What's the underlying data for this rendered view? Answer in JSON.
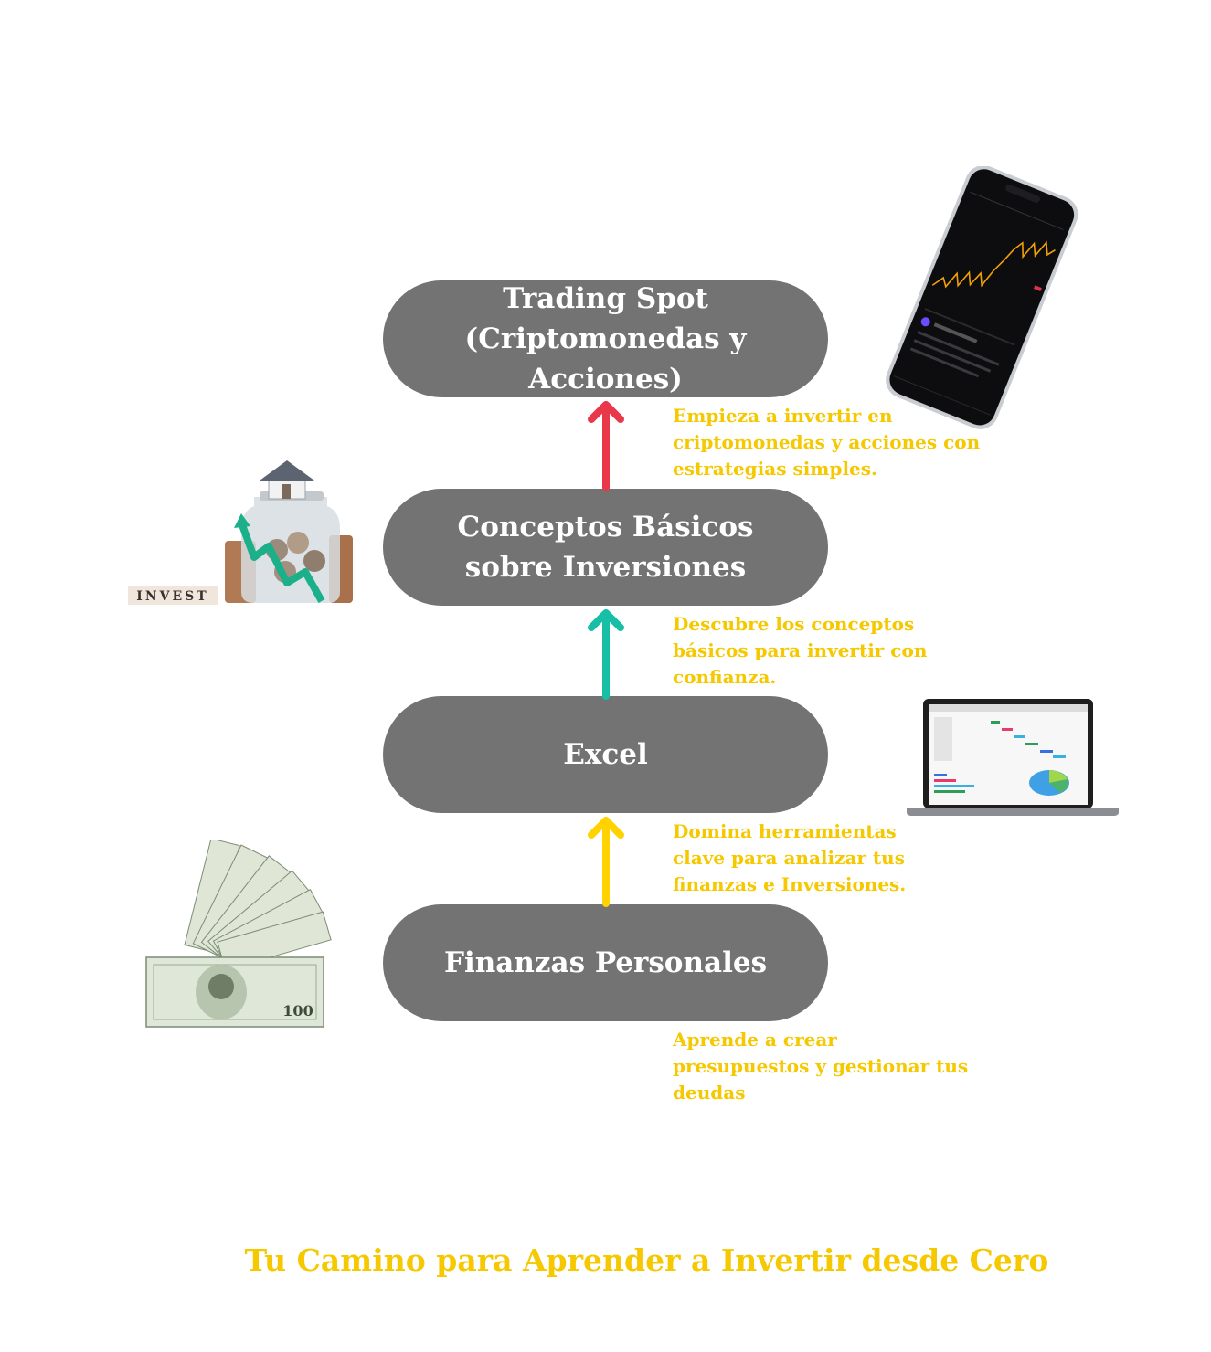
{
  "steps": [
    {
      "label": "Trading Spot\n(Criptomonedas y Acciones)",
      "description": "Empieza a invertir en\ncriptomonedas y acciones con\nestrategias simples."
    },
    {
      "label": "Conceptos Básicos\nsobre Inversiones",
      "description": "Descubre los conceptos\nbásicos para invertir con\nconfianza."
    },
    {
      "label": "Excel",
      "description": "Domina herramientas\nclave para analizar tus\nfinanzas e Inversiones."
    },
    {
      "label": "Finanzas Personales",
      "description": "Aprende a crear\npresupuestos y gestionar tus\ndeudas"
    }
  ],
  "illustrations": {
    "invest_blocks": "INVEST",
    "banknote_value": "100"
  },
  "title": "Tu Camino para Aprender a Invertir desde Cero",
  "colors": {
    "pill": "#737373",
    "accent_text": "#f5c800",
    "arrow_red": "#e8384a",
    "arrow_teal": "#17bfa6",
    "arrow_yellow": "#ffd200"
  }
}
